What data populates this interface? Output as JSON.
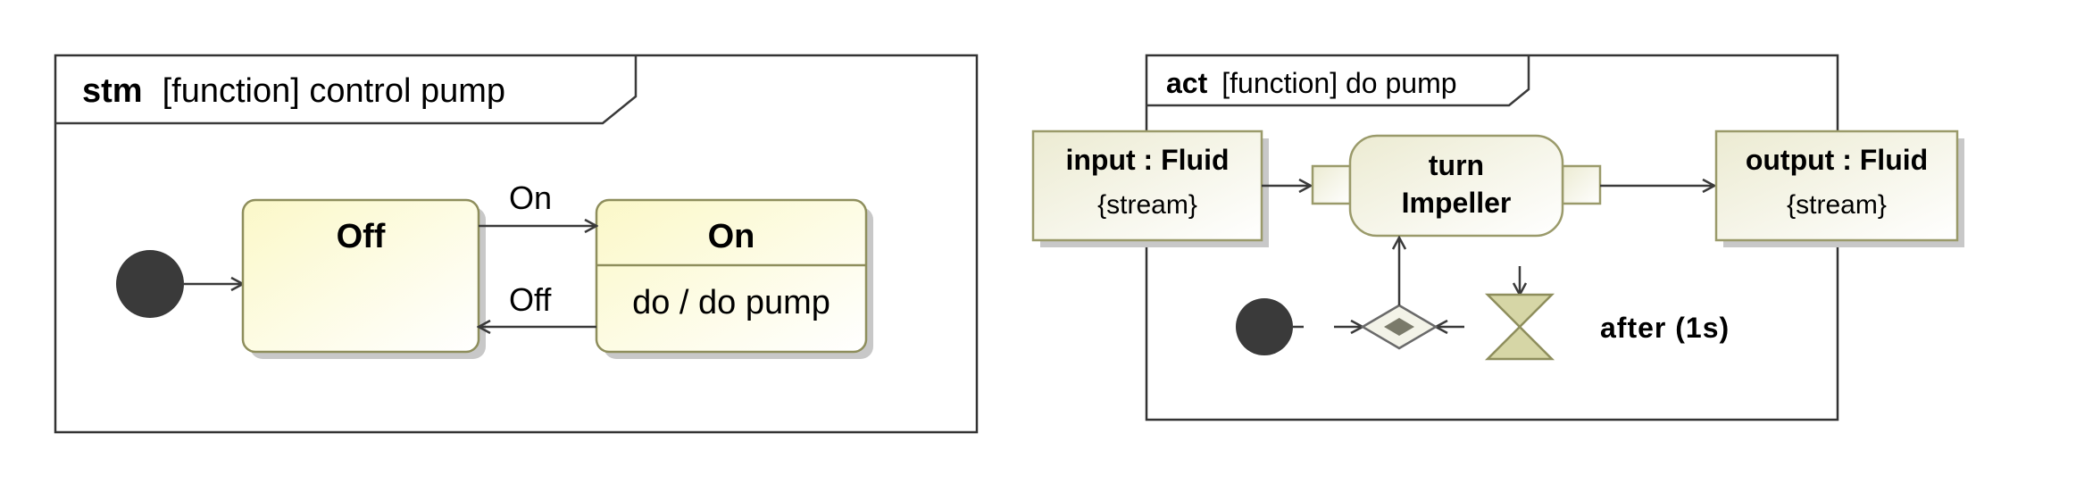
{
  "stm": {
    "keyword": "stm",
    "title": "[function] control pump",
    "states": {
      "off": {
        "name": "Off"
      },
      "on": {
        "name": "On",
        "behavior": "do / do pump"
      }
    },
    "transitions": {
      "off_to_on": "On",
      "on_to_off": "Off"
    }
  },
  "act": {
    "keyword": "act",
    "title": "[function] do pump",
    "input": {
      "name": "input : Fluid",
      "stereo": "{stream}"
    },
    "action": {
      "line1": "turn",
      "line2": "Impeller"
    },
    "output": {
      "name": "output : Fluid",
      "stereo": "{stream}"
    },
    "time_event": "after (1s)"
  },
  "colors": {
    "state_fill": "#fdfbd6",
    "state_border": "#8e8e5c",
    "node_fill": "#f4f3e6",
    "node_border": "#9a9a6a",
    "hourglass": "#d6d6a6",
    "initial": "#3a3a3a"
  }
}
